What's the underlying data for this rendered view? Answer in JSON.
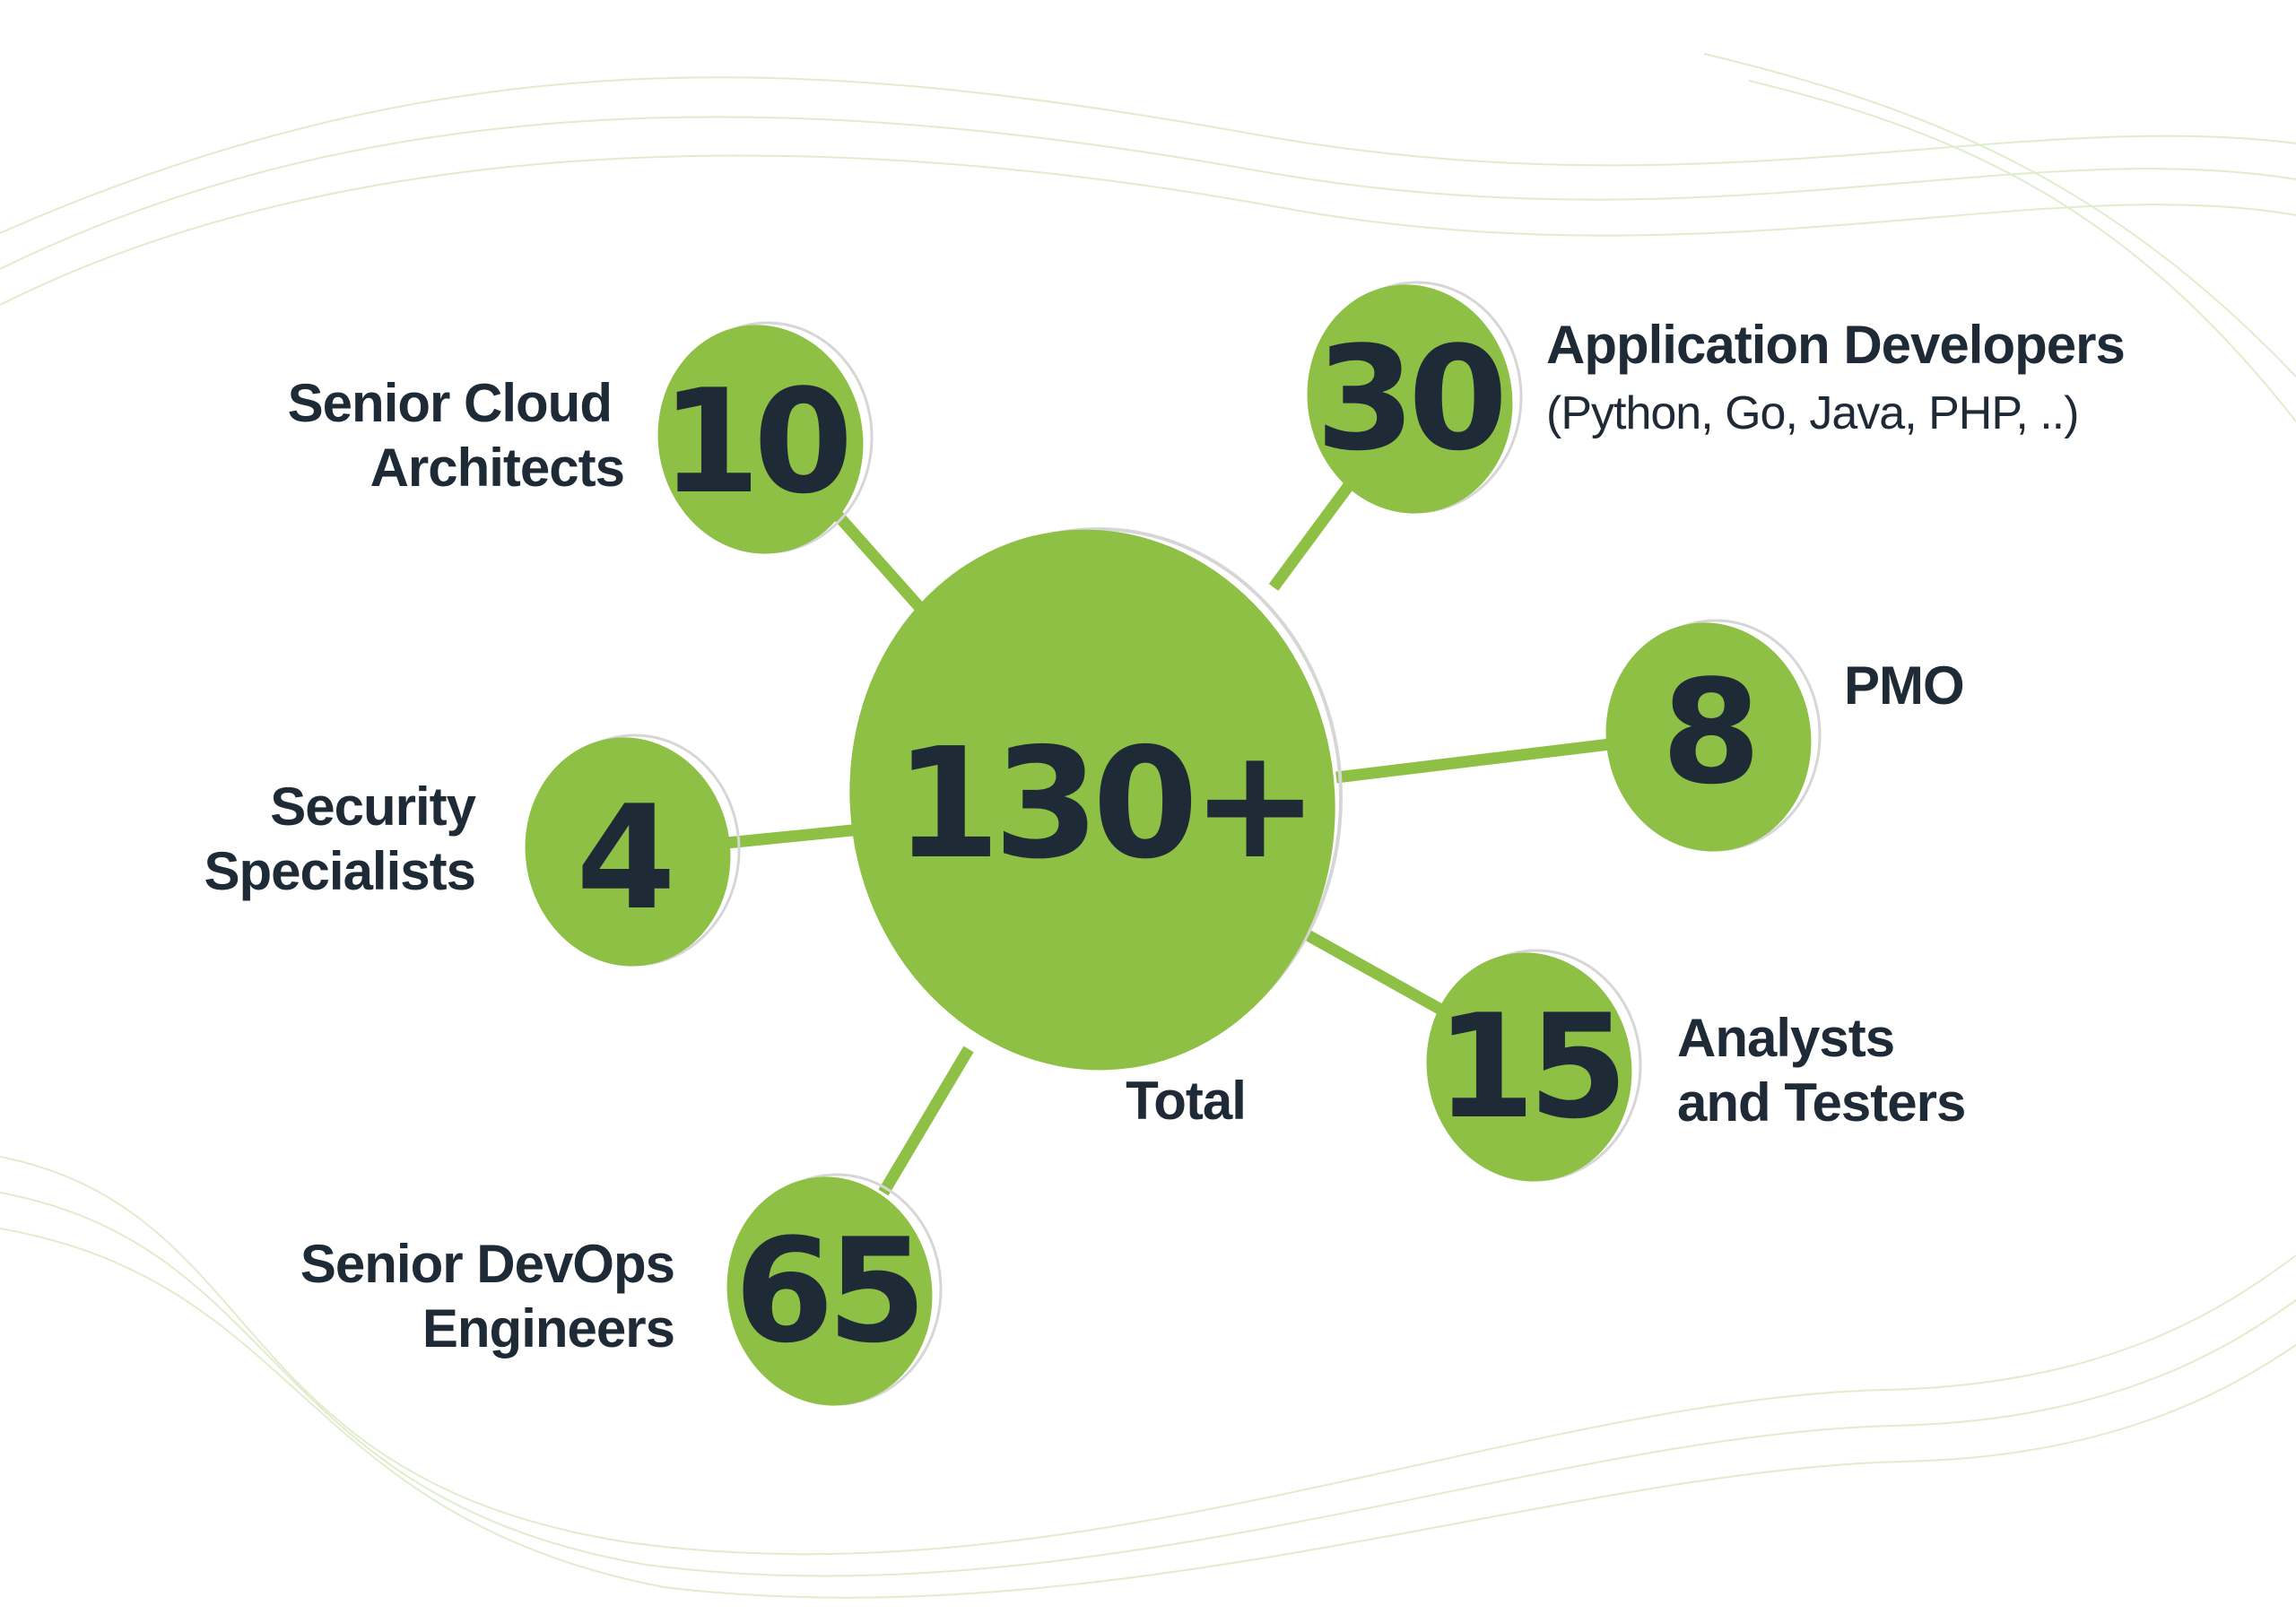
{
  "colors": {
    "accent": "#8dc045",
    "text": "#1f2a37",
    "outline": "#d6d6d6",
    "wave": "#dcecc8"
  },
  "center": {
    "value": "130+",
    "caption": "Total"
  },
  "nodes": [
    {
      "id": "cloud-architects",
      "value": "10",
      "lines": [
        "Senior Cloud",
        "Architects"
      ]
    },
    {
      "id": "app-developers",
      "value": "30",
      "lines": [
        "Application Developers"
      ],
      "sub": "(Python, Go, Java, PHP, ..)"
    },
    {
      "id": "pmo",
      "value": "8",
      "lines": [
        "PMO"
      ]
    },
    {
      "id": "analysts-testers",
      "value": "15",
      "lines": [
        "Analysts",
        "and Testers"
      ]
    },
    {
      "id": "devops-engineers",
      "value": "65",
      "lines": [
        "Senior DevOps",
        "Engineers"
      ]
    },
    {
      "id": "security-specialists",
      "value": "4",
      "lines": [
        "Security",
        "Specialists"
      ]
    }
  ]
}
